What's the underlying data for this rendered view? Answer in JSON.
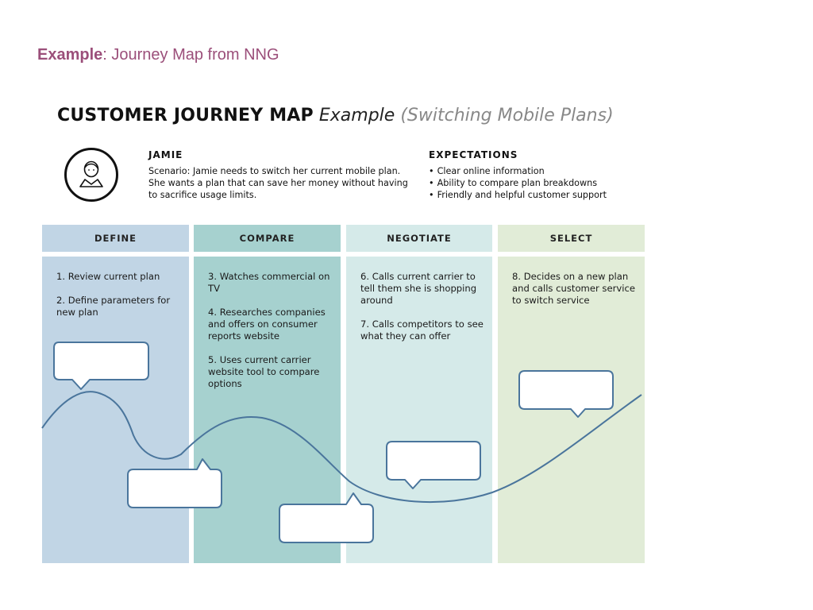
{
  "slide": {
    "heading_bold": "Example",
    "heading_rest": ": Journey Map from NNG",
    "accent_color": "#9b4f7a"
  },
  "map": {
    "title_bold": "CUSTOMER JOURNEY MAP",
    "title_italic": "Example",
    "title_light": "(Switching Mobile Plans)"
  },
  "persona": {
    "icon": "person-avatar-icon",
    "name": "JAMIE",
    "scenario": "Scenario: Jamie needs to switch her current mobile plan. She wants a plan that can save her money without having to sacrifice usage limits."
  },
  "expectations": {
    "title": "EXPECTATIONS",
    "items": [
      "Clear online information",
      "Ability to compare plan breakdowns",
      "Friendly and helpful customer support"
    ]
  },
  "phases": [
    {
      "label": "DEFINE",
      "color": "#c1d5e5",
      "steps": [
        "1. Review current plan",
        "2. Define parameters for new plan"
      ]
    },
    {
      "label": "COMPARE",
      "color": "#a6d1cf",
      "steps": [
        "3. Watches commercial on TV",
        "4. Researches companies and offers on consumer reports website",
        "5. Uses current carrier website tool to compare options"
      ]
    },
    {
      "label": "NEGOTIATE",
      "color": "#d5eae9",
      "steps": [
        "6. Calls current carrier to tell them she is shopping around",
        "7. Calls competitors to see what they can offer"
      ]
    },
    {
      "label": "SELECT",
      "color": "#e1ecd7",
      "steps": [
        "8. Decides on a new plan and calls customer service to switch service"
      ]
    }
  ],
  "emotion_curve": {
    "color": "#4a759c",
    "callouts": [
      {
        "phase": "DEFINE",
        "text": "",
        "pointer": "down"
      },
      {
        "phase": "DEFINE",
        "text": "",
        "pointer": "up"
      },
      {
        "phase": "COMPARE",
        "text": "",
        "pointer": "up"
      },
      {
        "phase": "NEGOTIATE",
        "text": "",
        "pointer": "down"
      },
      {
        "phase": "SELECT",
        "text": "",
        "pointer": "down"
      }
    ]
  }
}
